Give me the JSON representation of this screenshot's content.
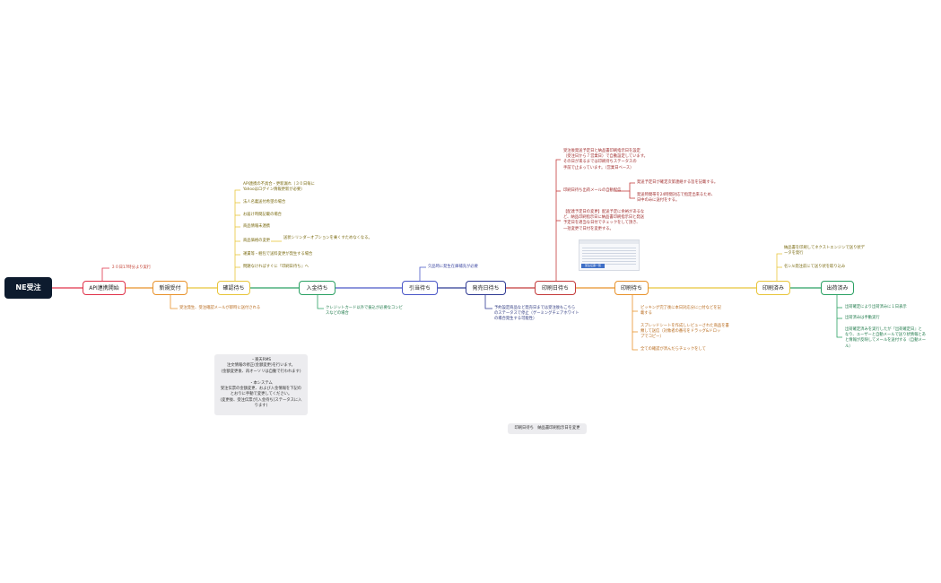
{
  "root": {
    "label": "NE受注"
  },
  "stages": [
    {
      "label": "API連携開始",
      "color": "#e0334a"
    },
    {
      "label": "新規受付",
      "color": "#e8922b"
    },
    {
      "label": "確認待ち",
      "color": "#e8c53a"
    },
    {
      "label": "入金待ち",
      "color": "#2aa163"
    },
    {
      "label": "引当待ち",
      "color": "#4a57c8"
    },
    {
      "label": "発売日待ち",
      "color": "#2f3a93"
    },
    {
      "label": "印刷日待ち",
      "color": "#c43a3a"
    },
    {
      "label": "印刷待ち",
      "color": "#e8922b"
    },
    {
      "label": "印刷済み",
      "color": "#e8c53a"
    },
    {
      "label": "出荷済み",
      "color": "#2aa163"
    }
  ],
  "notes": {
    "api": "３０日17時分より実行",
    "shinki": "受注発生、受注確認メールが即時に送付される",
    "kakunin": [
      "API連携の不具合・更新漏れ（３０日毎に\nYahooはログイン情報更新が必要）",
      "法人名義送付希望の場合",
      "お届け時間記載の場合",
      "商品情報未連携",
      "商品価格の変更",
      "運賃等・梱包で送料変更が発生する場合",
      "問題なければすぐに『印刷日待ち』へ"
    ],
    "kakunin_sub": "送状シリンダーオプションを乗くすためなくなる。",
    "nyukin": "クレジットカード以外で振込が必要なコンビ\nスなどの場合",
    "hikiate": "欠品時に発生在庫補充が必要",
    "hatsubai": "予約設定商品など発売日までは受注後もこちら\nのステータスで停止（ゲーミングチェアホワイト\nの場合発生する可能性）",
    "insatsubi_top": "受注後発送予定日と納品書印刷指示日を設定\n（受注日から７営業日）で自動設定しています。\nその日が来るまでは印刷待ちステータスの\n手前で止まっています。（営業日ベース）",
    "insatsubi_mail": "印刷日待ち出荷メールの自動配信",
    "insatsubi_mail_sub": [
      "発送予定日が確定次第連絡する旨を記載する。",
      "発送時間帯を24時間対応で指定出来るため、\n日中のみに送付をする。"
    ],
    "insatsubi_bottom": "【配達予定日の変更】配送予定に余裕があるな\nど、納品印刷指示日に納品書印刷指示日と発送\n予定日を適当な日付でチェックをして頂き、\n一括変更で日付を変更する。",
    "thumb": "受注伝票一覧",
    "insatsu": [
      "ピッキング完了後に本日対応分に□付などを記\n載する",
      "スプレッドシートを作成しレビューされた商品を書\n類して送信（対象者の番号をドラッグ&ドロッ\nプでコピー）",
      "全ての確認が済んだらチェックをして"
    ],
    "insatsuzumi": [
      "納品書を印刷してネクストエンジンで送り状デ\nータを発行",
      "名シ/ε発注前にて送り状を取り込み"
    ],
    "shukka": [
      "出荷確定により出荷済みに１日表示",
      "出荷済みは手動実行",
      "出荷確定済みを実行したが『出荷確定日』と\nなり、ユーザーと自動メールで送り状情報とあ\nと情報が反映してメールを送付する（自動メー\nル）"
    ]
  },
  "gray_box": "・楽天RMS\n注文情報の修正(金額変更)を行います。\n(金額変更後、再オーソリは自動で行われます)\n\n・本システム\n受注伝票の金額変更、および入金情報を下記の\nとおりに手動で変更してください。\n(変更後、受注伝票が[入金待ち]ステータスに入\nります)",
  "bottom_label": "印刷日待ち　納品書印刷指示日を変更"
}
